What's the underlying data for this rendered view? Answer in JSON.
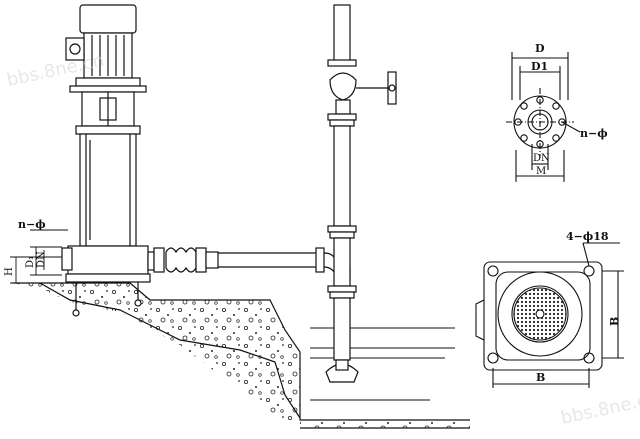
{
  "watermark": "bbs.8ne.cn",
  "side_labels": {
    "bolt_spec": "n−ϕ",
    "d1": "D₁",
    "dn": "DN",
    "h": "H"
  },
  "flange_view": {
    "d": "D",
    "d1": "D1",
    "bolt_spec": "n−ϕ",
    "dn": "DN",
    "m": "M"
  },
  "base_view": {
    "holes": "4−ϕ18",
    "b_right": "B",
    "b_bottom": "B"
  }
}
